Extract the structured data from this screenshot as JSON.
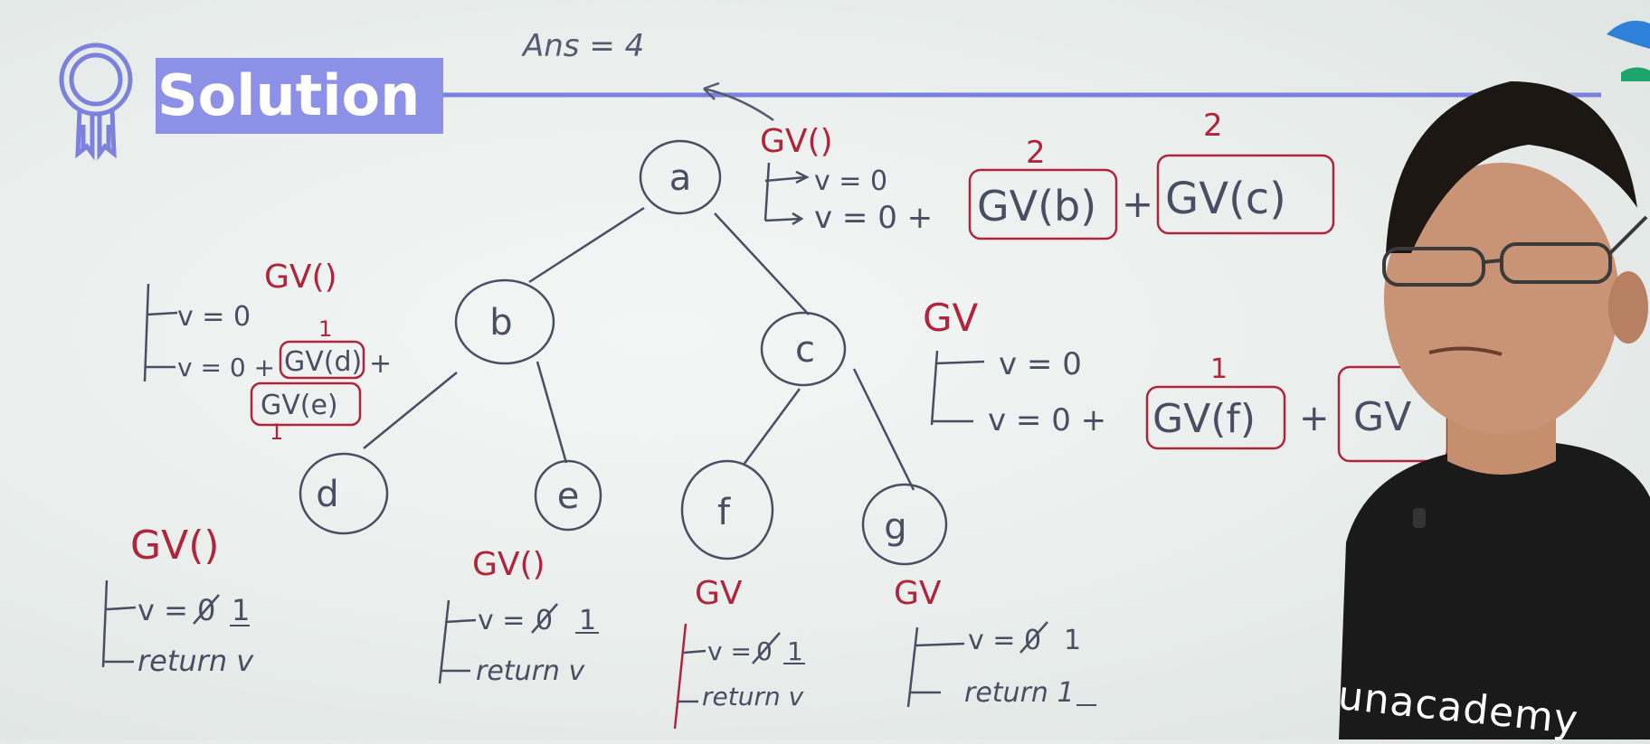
{
  "header": {
    "title": "Solution"
  },
  "answer_note": "Ans = 4",
  "colors": {
    "title_bg": "#8c90e6",
    "ink_blue": "#4a4e63",
    "ink_red": "#b0243c",
    "rule": "#7a80e0",
    "shirt": "#1a1a1a"
  },
  "tree": {
    "nodes": [
      "a",
      "b",
      "c",
      "d",
      "e",
      "f",
      "g"
    ]
  },
  "annotations": {
    "root": {
      "call": "GV()",
      "line1": "v = 0",
      "line2_start": "v = 0 +",
      "left_call": "GV(b)",
      "plus": "+",
      "right_call": "GV(c)",
      "left_value": "2",
      "right_value": "2"
    },
    "b": {
      "call": "GV()",
      "line1": "v = 0",
      "line2_start": "v = 0 +",
      "left_call": "GV(d)",
      "trailing_plus": "+",
      "right_call": "GV(e)",
      "left_value": "1",
      "right_value": "1"
    },
    "c": {
      "call": "GV",
      "line1": "v = 0",
      "line2_start": "v = 0 +",
      "left_call": "GV(f)",
      "plus": "+",
      "right_call": "GV",
      "left_value": "1"
    },
    "d": {
      "call": "GV()",
      "line1_prefix": "v =",
      "struck": "0",
      "line1_value": "1",
      "line2": "return v"
    },
    "e": {
      "call": "GV()",
      "line1_prefix": "v =",
      "struck": "0",
      "line1_value": "1",
      "line2": "return v"
    },
    "f": {
      "call": "GV",
      "line1_prefix": "v =",
      "struck": "0",
      "line1_value": "1",
      "line2": "return v"
    },
    "g": {
      "call": "GV",
      "line1_prefix": "v =",
      "struck": "0",
      "line1_value": "1",
      "line2": "return 1"
    }
  },
  "branding": {
    "logo_text": "unacademy",
    "icons": [
      "award-ribbon-icon",
      "unacademy-logo-icon"
    ]
  }
}
